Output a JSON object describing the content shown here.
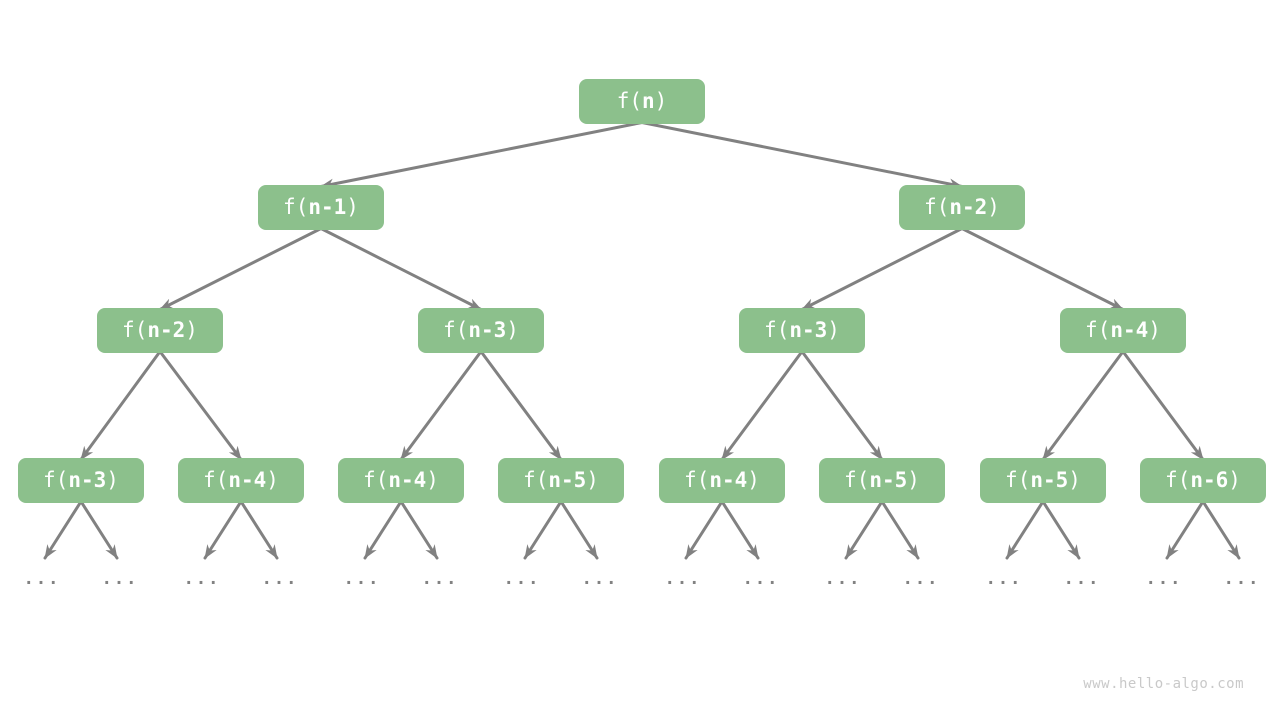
{
  "watermark": "www.hello-algo.com",
  "colors": {
    "background": "#FFFFFF",
    "node_fill": "#8CC08C",
    "node_text": "#FFFFFF",
    "edge": "#818181",
    "ellipsis": "#828282",
    "watermark": "#C9C9C9"
  },
  "tree": {
    "leaf_ellipsis": "...",
    "levels": [
      {
        "nodes": [
          {
            "prefix": "f(",
            "arg": "n",
            "suffix": ")"
          }
        ]
      },
      {
        "nodes": [
          {
            "prefix": "f(",
            "arg": "n-1",
            "suffix": ")"
          },
          {
            "prefix": "f(",
            "arg": "n-2",
            "suffix": ")"
          }
        ]
      },
      {
        "nodes": [
          {
            "prefix": "f(",
            "arg": "n-2",
            "suffix": ")"
          },
          {
            "prefix": "f(",
            "arg": "n-3",
            "suffix": ")"
          },
          {
            "prefix": "f(",
            "arg": "n-3",
            "suffix": ")"
          },
          {
            "prefix": "f(",
            "arg": "n-4",
            "suffix": ")"
          }
        ]
      },
      {
        "nodes": [
          {
            "prefix": "f(",
            "arg": "n-3",
            "suffix": ")"
          },
          {
            "prefix": "f(",
            "arg": "n-4",
            "suffix": ")"
          },
          {
            "prefix": "f(",
            "arg": "n-4",
            "suffix": ")"
          },
          {
            "prefix": "f(",
            "arg": "n-5",
            "suffix": ")"
          },
          {
            "prefix": "f(",
            "arg": "n-4",
            "suffix": ")"
          },
          {
            "prefix": "f(",
            "arg": "n-5",
            "suffix": ")"
          },
          {
            "prefix": "f(",
            "arg": "n-5",
            "suffix": ")"
          },
          {
            "prefix": "f(",
            "arg": "n-6",
            "suffix": ")"
          }
        ]
      }
    ]
  }
}
